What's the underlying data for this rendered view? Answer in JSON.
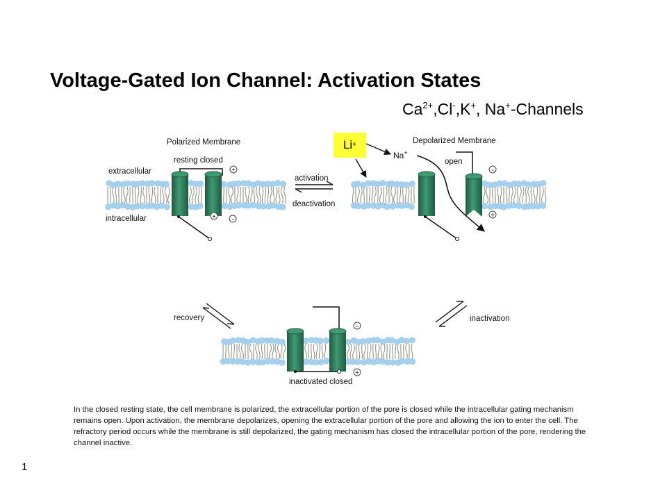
{
  "title": "Voltage-Gated Ion Channel: Activation States",
  "subtitle": {
    "parts": [
      {
        "t": "Ca"
      },
      {
        "sup": "2+"
      },
      {
        "t": ",Cl"
      },
      {
        "sup": "-"
      },
      {
        "t": ",K"
      },
      {
        "sup": "+"
      },
      {
        "t": ", Na"
      },
      {
        "sup": "+"
      },
      {
        "t": "-Channels"
      }
    ]
  },
  "diagram": {
    "polarized_membrane": "Polarized Membrane",
    "resting_closed": "resting closed",
    "extracellular": "extracellular",
    "intracellular": "intracellular",
    "activation": "activation",
    "deactivation": "deactivation",
    "depolarized_membrane": "Depolarized Membrane",
    "na_ion": "Na",
    "na_charge": "+",
    "open": "open",
    "recovery": "recovery",
    "inactivation": "inactivation",
    "inactivated_closed": "inactivated closed",
    "plus": "+",
    "minus": "-"
  },
  "li_box": {
    "base": "Li",
    "sup": "+"
  },
  "caption": "In the closed resting state, the cell membrane is polarized, the extracellular portion of the pore is closed while the intracellular gating mechanism remains open. Upon activation, the membrane depolarizes, opening the extracellular portion of the pore and allowing the ion to enter the cell. The refractory period occurs while the membrane is still depolarized, the gating mechanism has closed the intracellular portion of the pore, rendering the channel inactive.",
  "page_number": "1",
  "colors": {
    "channel": "#2e7d5b",
    "channel_dark": "#1f5a40",
    "lipid_head": "#a6d2ef",
    "lipid_tail": "#8a8a7a",
    "li_highlight": "#ffff33"
  }
}
